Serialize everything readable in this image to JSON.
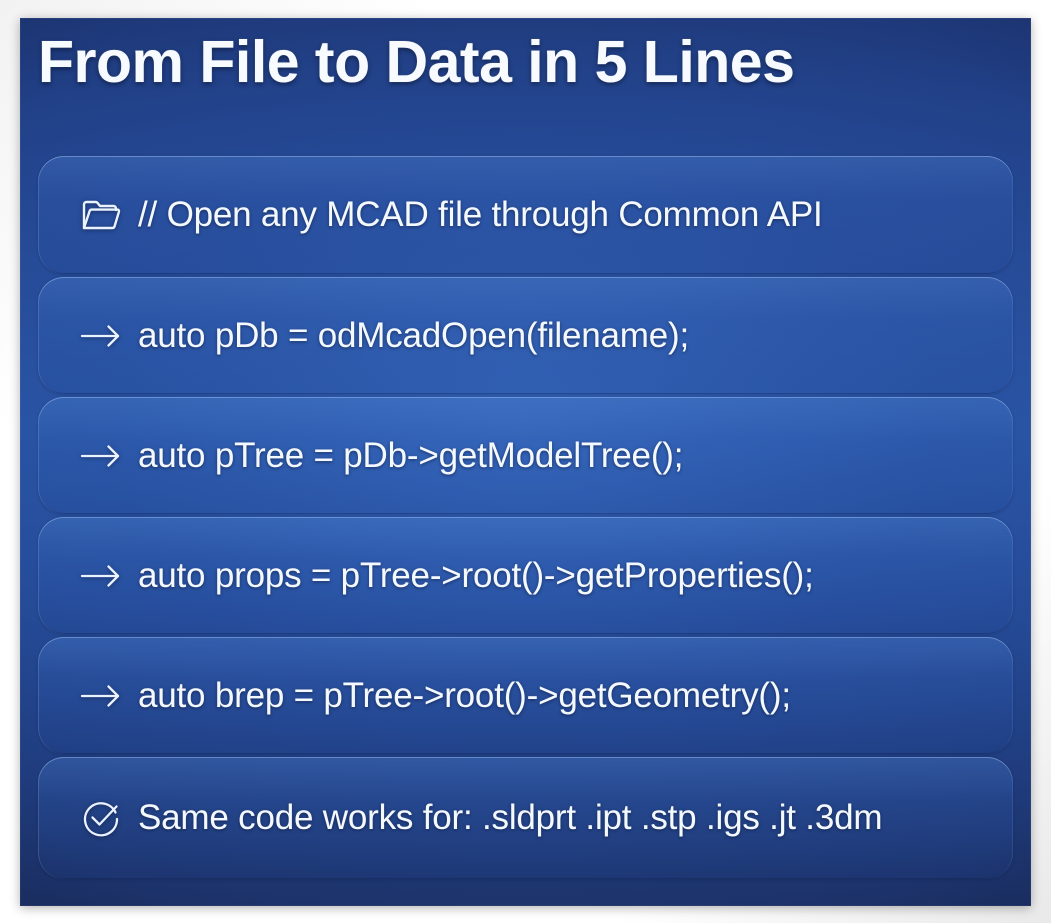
{
  "slide": {
    "title": "From File to Data in 5 Lines",
    "background_top_color": "#1d3573",
    "background_mid_color": "#27509c",
    "background_bottom_color": "#1b2f63",
    "text_color": "#f4f9ff"
  },
  "rows": [
    {
      "icon": "folder-icon",
      "text": "// Open any MCAD file through Common API",
      "kind": "comment"
    },
    {
      "icon": "arrow-right-icon",
      "text": "auto pDb = odMcadOpen(filename);",
      "kind": "code"
    },
    {
      "icon": "arrow-right-icon",
      "text": "auto pTree = pDb->getModelTree();",
      "kind": "code"
    },
    {
      "icon": "arrow-right-icon",
      "text": "auto props = pTree->root()->getProperties();",
      "kind": "code"
    },
    {
      "icon": "arrow-right-icon",
      "text": "auto brep = pTree->root()->getGeometry();",
      "kind": "code"
    },
    {
      "icon": "check-circle-icon",
      "text": "Same code works for: .sldprt  .ipt  .stp  .igs  .jt  .3dm",
      "kind": "note"
    }
  ]
}
